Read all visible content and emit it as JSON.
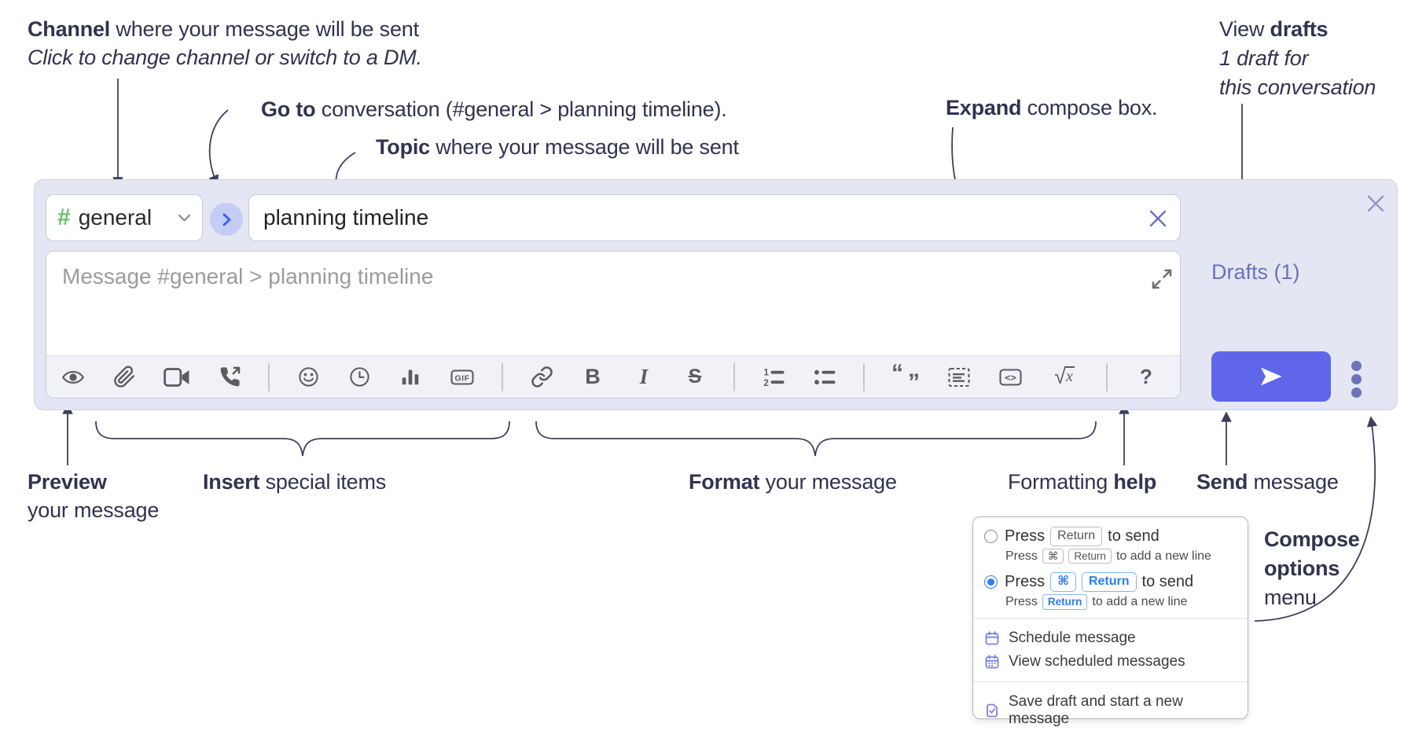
{
  "colors": {
    "compose_bg": "#e4e6f3",
    "send_button": "#5f66e9",
    "accent_indigo": "#6b73b9",
    "channel_green": "#67bd69",
    "goto_circle_bg": "#c5cdf4",
    "goto_chevron_blue": "#4262f0",
    "key_blue": "#2b7de9",
    "menu_icon_indigo": "#7a82e2",
    "annotation_text": "#31334f",
    "toolbar_icon_gray": "#5c5c5c"
  },
  "annotations": {
    "channel": {
      "bold": "Channel",
      "rest": " where your message will be sent",
      "sub": "Click to change channel or switch to a DM."
    },
    "goto": {
      "bold": "Go to",
      "rest": " conversation (#general > planning timeline)."
    },
    "topic": {
      "bold": "Topic",
      "rest": " where your message will be sent"
    },
    "expand": {
      "bold": "Expand",
      "rest": " compose box."
    },
    "drafts": {
      "pre": "View ",
      "bold": "drafts",
      "line2": "1 draft for",
      "line3": "this conversation"
    },
    "preview": {
      "bold": "Preview",
      "line2": "your message"
    },
    "insert": {
      "bold": "Insert",
      "rest": " special items"
    },
    "format": {
      "bold": "Format",
      "rest": " your message"
    },
    "help": {
      "pre": "Formatting ",
      "bold": "help"
    },
    "send": {
      "bold": "Send",
      "rest": " message"
    },
    "compose_options": {
      "bold1": "Compose",
      "bold2": "options",
      "line3": "menu"
    }
  },
  "compose": {
    "channel_selector": {
      "hash": "#",
      "name": "general"
    },
    "topic_input": {
      "value": "planning timeline"
    },
    "message_input": {
      "placeholder": "Message #general > planning timeline"
    },
    "drafts_link": "Drafts (1)",
    "toolbar": {
      "icons": [
        "preview",
        "attach-file",
        "add-video-call",
        "add-voice-call",
        "add-emoji",
        "add-global-time",
        "add-poll",
        "add-gif",
        "link",
        "bold",
        "italic",
        "strikethrough",
        "numbered-list",
        "bulleted-list",
        "quote",
        "spoiler",
        "code",
        "math",
        "message-formatting-help"
      ],
      "icon_labels": {
        "gif": "GIF",
        "bold": "B",
        "italic": "I",
        "strikethrough": "S",
        "num1": "1",
        "num2": "2",
        "quote_open": "“",
        "quote_close": "”",
        "code": "<>",
        "math_sqrt": "√",
        "math_x": "x",
        "help": "?"
      }
    }
  },
  "popup": {
    "option1": {
      "press": "Press",
      "key": "Return",
      "suffix": "to send",
      "sub_press": "Press",
      "sub_key1": "⌘",
      "sub_key2": "Return",
      "sub_suffix": "to add a new line"
    },
    "option2": {
      "press": "Press",
      "key1": "⌘",
      "key2": "Return",
      "suffix": "to send",
      "sub_press": "Press",
      "sub_key": "Return",
      "sub_suffix": "to add a new line"
    },
    "items": [
      {
        "label": "Schedule message"
      },
      {
        "label": "View scheduled messages"
      },
      {
        "label": "Save draft and start a new message"
      }
    ]
  }
}
